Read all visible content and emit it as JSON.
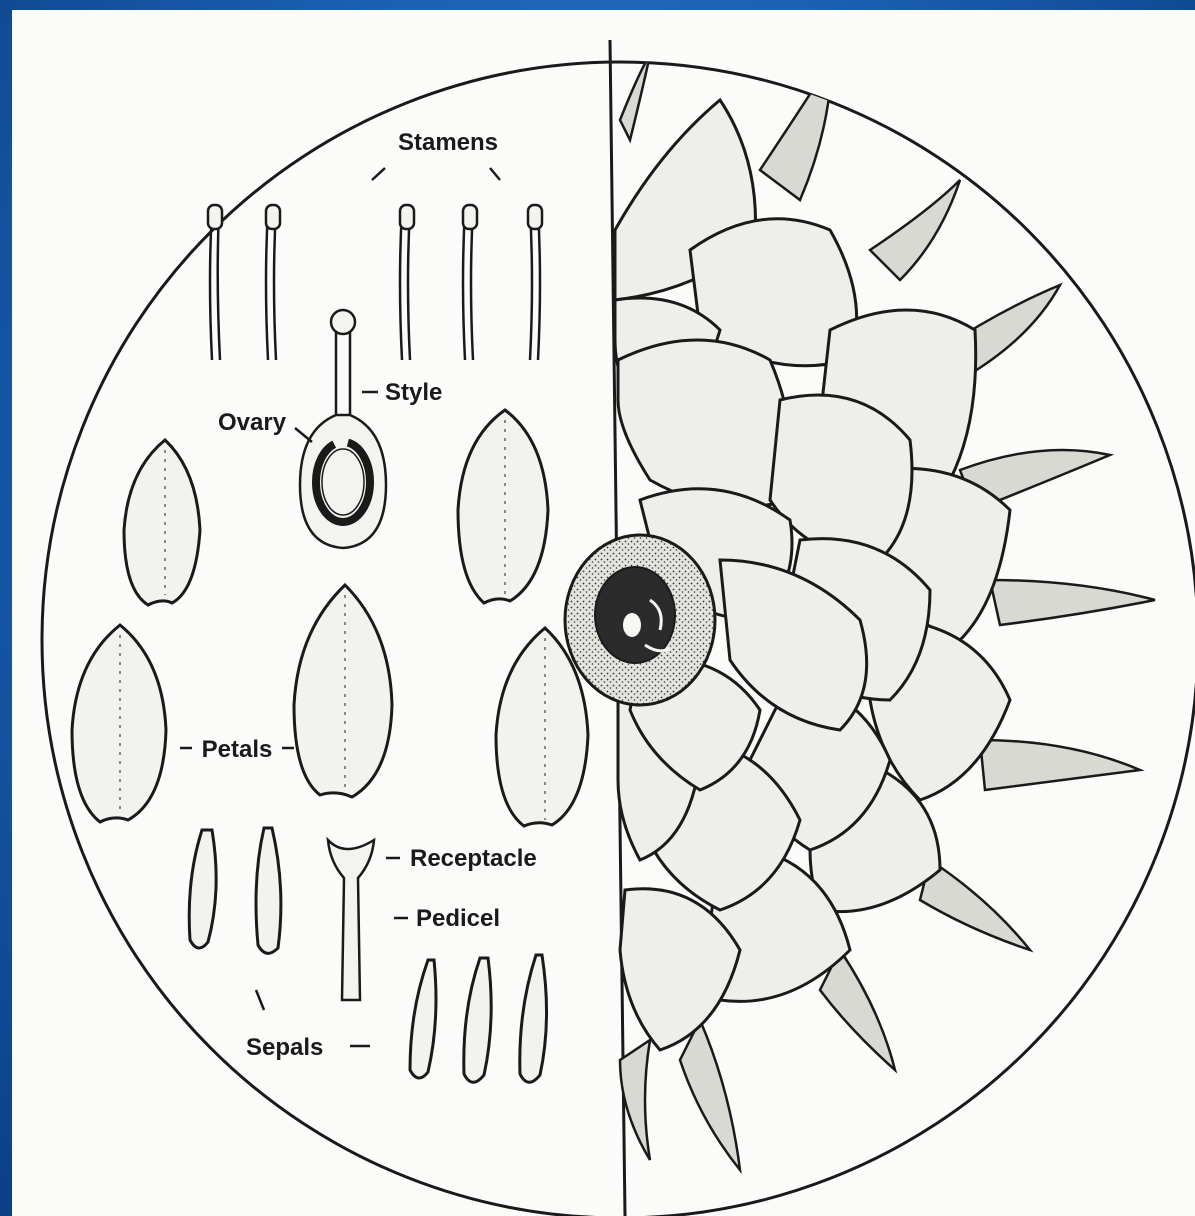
{
  "colors": {
    "frame": "#1a5fb0",
    "paper": "#fbfbf9",
    "ink": "#1a1a1a"
  },
  "labels": {
    "stamens": "Stamens",
    "style": "Style",
    "ovary": "Ovary",
    "petals": "Petals",
    "receptacle": "Receptacle",
    "pedicel": "Pedicel",
    "sepals": "Sepals"
  }
}
